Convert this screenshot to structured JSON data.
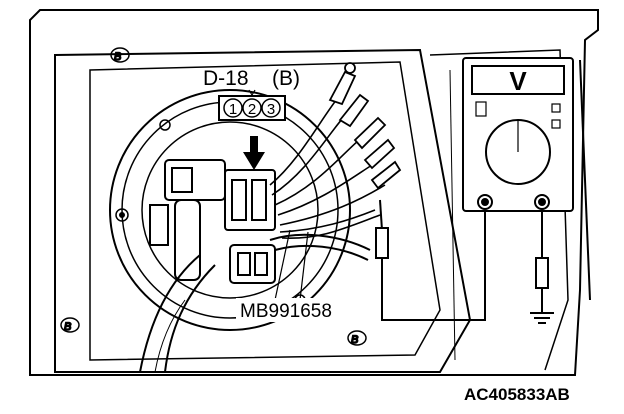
{
  "connector": {
    "name": "D-18",
    "color_code": "(B)",
    "pins": [
      "1",
      "2",
      "3"
    ]
  },
  "tool_label": "MB991658",
  "meter_symbol": "V",
  "diagram_id": "AC405833AB",
  "scribbles": [
    "B",
    "B",
    "B"
  ],
  "icons": [
    "down-arrow-icon",
    "ground-icon",
    "voltmeter-icon"
  ],
  "colors": {
    "ink": "#000000",
    "paper": "#ffffff"
  }
}
